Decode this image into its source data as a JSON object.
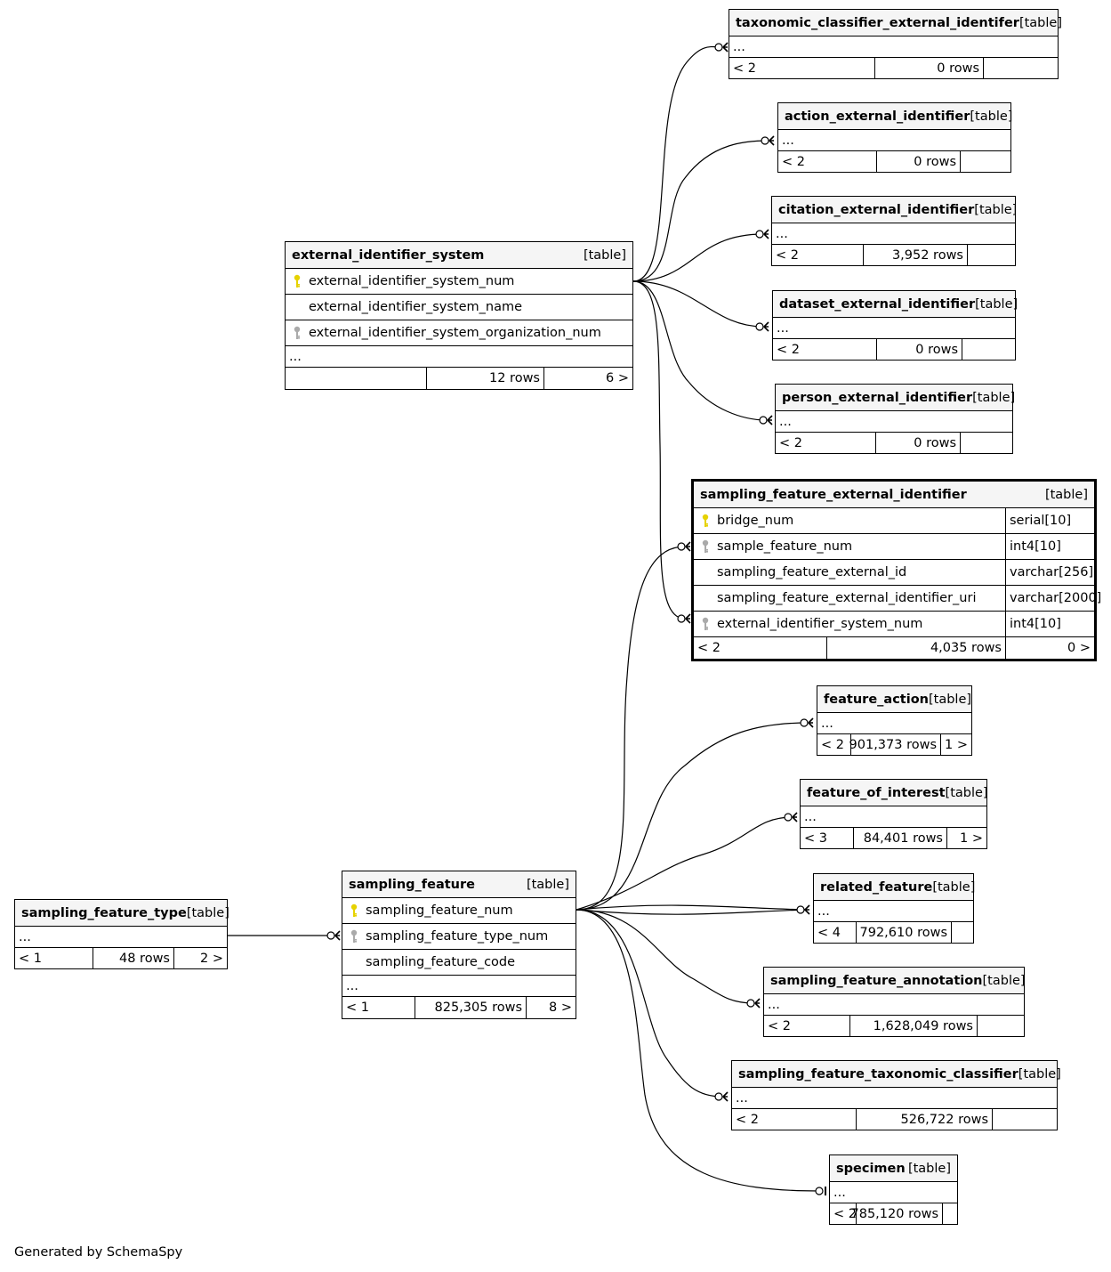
{
  "footer_note": "Generated by SchemaSpy",
  "type_label": "[table]",
  "tables": {
    "taxonomic_classifier_external_identifer": {
      "name": "taxonomic_classifier_external_identifer",
      "ellipsis": "...",
      "parents": "< 2",
      "rows": "0 rows",
      "children": ""
    },
    "action_external_identifier": {
      "name": "action_external_identifier",
      "ellipsis": "...",
      "parents": "< 2",
      "rows": "0 rows",
      "children": ""
    },
    "citation_external_identifier": {
      "name": "citation_external_identifier",
      "ellipsis": "...",
      "parents": "< 2",
      "rows": "3,952 rows",
      "children": ""
    },
    "dataset_external_identifier": {
      "name": "dataset_external_identifier",
      "ellipsis": "...",
      "parents": "< 2",
      "rows": "0 rows",
      "children": ""
    },
    "person_external_identifier": {
      "name": "person_external_identifier",
      "ellipsis": "...",
      "parents": "< 2",
      "rows": "0 rows",
      "children": ""
    },
    "external_identifier_system": {
      "name": "external_identifier_system",
      "columns": [
        {
          "name": "external_identifier_system_num",
          "key": "primary"
        },
        {
          "name": "external_identifier_system_name",
          "key": "none"
        },
        {
          "name": "external_identifier_system_organization_num",
          "key": "foreign"
        }
      ],
      "ellipsis": "...",
      "parents": "",
      "rows": "12 rows",
      "children": "6 >"
    },
    "sampling_feature_external_identifier": {
      "name": "sampling_feature_external_identifier",
      "columns": [
        {
          "name": "bridge_num",
          "type": "serial[10]",
          "key": "primary"
        },
        {
          "name": "sample_feature_num",
          "type": "int4[10]",
          "key": "foreign"
        },
        {
          "name": "sampling_feature_external_id",
          "type": "varchar[256]",
          "key": "none"
        },
        {
          "name": "sampling_feature_external_identifier_uri",
          "type": "varchar[2000]",
          "key": "none"
        },
        {
          "name": "external_identifier_system_num",
          "type": "int4[10]",
          "key": "foreign"
        }
      ],
      "parents": "< 2",
      "rows": "4,035 rows",
      "children": "0 >"
    },
    "feature_action": {
      "name": "feature_action",
      "ellipsis": "...",
      "parents": "< 2",
      "rows": "901,373 rows",
      "children": "1 >"
    },
    "feature_of_interest": {
      "name": "feature_of_interest",
      "ellipsis": "...",
      "parents": "< 3",
      "rows": "84,401 rows",
      "children": "1 >"
    },
    "related_feature": {
      "name": "related_feature",
      "ellipsis": "...",
      "parents": "< 4",
      "rows": "792,610 rows",
      "children": ""
    },
    "sampling_feature_annotation": {
      "name": "sampling_feature_annotation",
      "ellipsis": "...",
      "parents": "< 2",
      "rows": "1,628,049 rows",
      "children": ""
    },
    "sampling_feature_taxonomic_classifier": {
      "name": "sampling_feature_taxonomic_classifier",
      "ellipsis": "...",
      "parents": "< 2",
      "rows": "526,722 rows",
      "children": ""
    },
    "specimen": {
      "name": "specimen",
      "ellipsis": "...",
      "parents": "< 2",
      "rows": "785,120 rows",
      "children": ""
    },
    "sampling_feature": {
      "name": "sampling_feature",
      "columns": [
        {
          "name": "sampling_feature_num",
          "key": "primary"
        },
        {
          "name": "sampling_feature_type_num",
          "key": "foreign"
        },
        {
          "name": "sampling_feature_code",
          "key": "none"
        }
      ],
      "ellipsis": "...",
      "parents": "< 1",
      "rows": "825,305 rows",
      "children": "8 >"
    },
    "sampling_feature_type": {
      "name": "sampling_feature_type",
      "ellipsis": "...",
      "parents": "< 1",
      "rows": "48 rows",
      "children": "2 >"
    }
  },
  "colors": {
    "primary_key": "#e6d200",
    "foreign_key": "#aaaaaa",
    "header_bg": "#f5f5f5"
  }
}
